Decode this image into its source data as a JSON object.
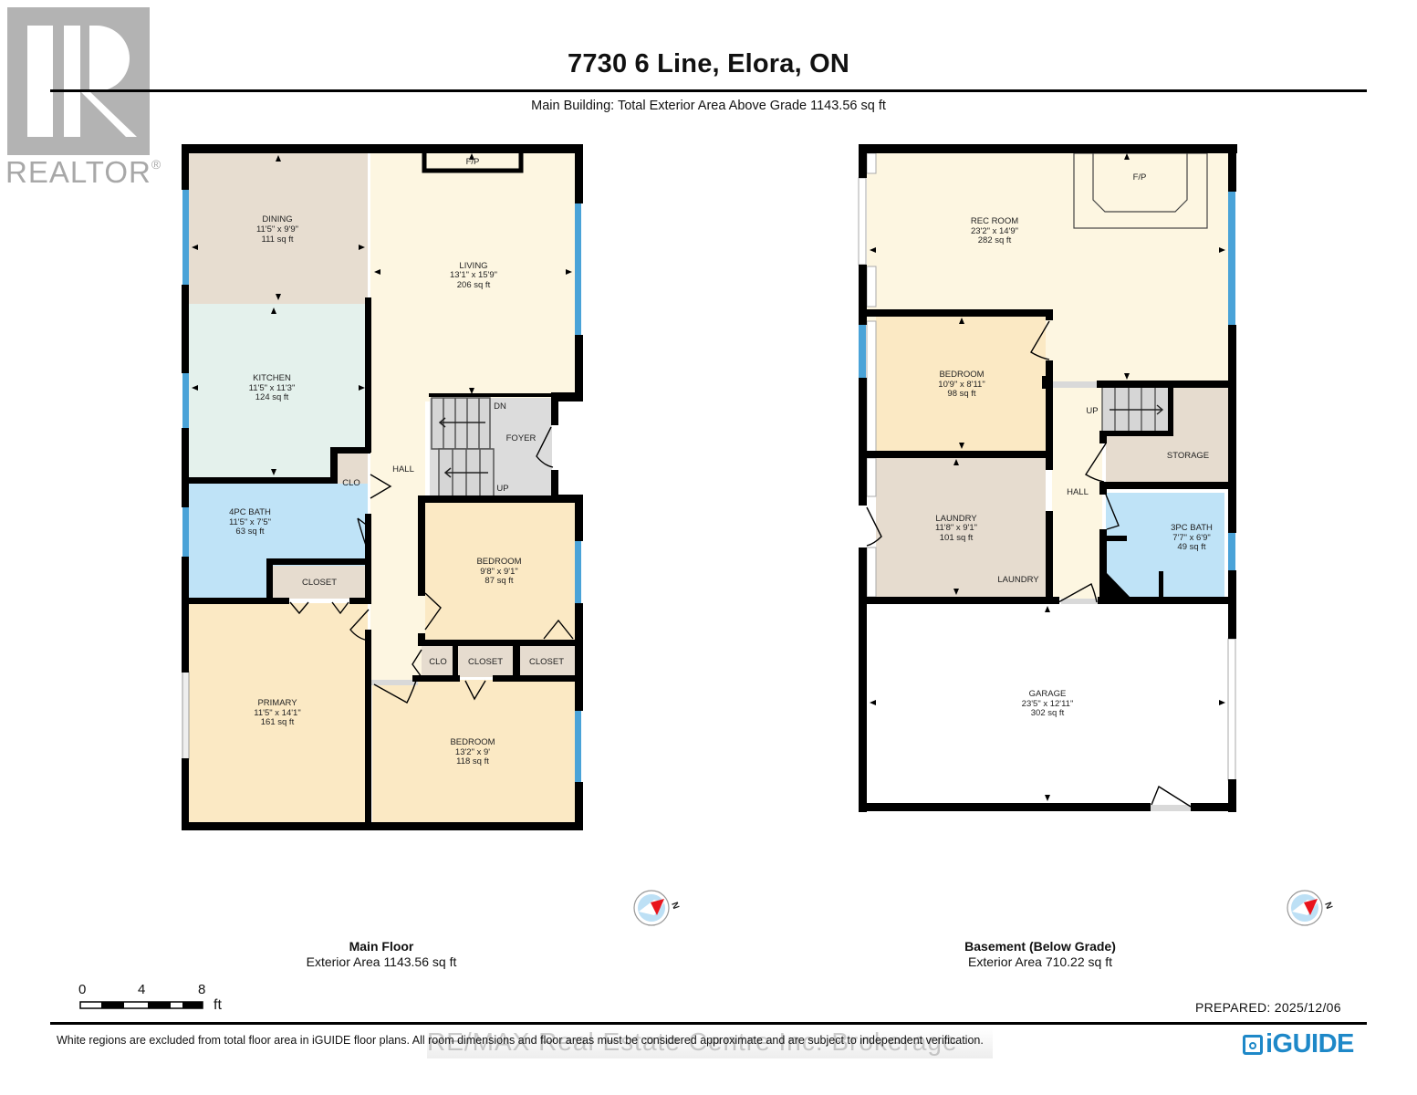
{
  "header": {
    "title": "7730 6 Line, Elora, ON",
    "subtitle": "Main Building: Total Exterior Area Above Grade 1143.56 sq ft",
    "realtor_logo_text": "REALTOR",
    "realtor_mark": "®"
  },
  "colors": {
    "wall": "#000000",
    "window": "#4aa3d8",
    "dining": "#e7ddd0",
    "kitchen": "#e4f1ec",
    "living": "#fdf6e1",
    "bath": "#bfe3f7",
    "closet": "#e6dccf",
    "bedroom": "#fbe9c4",
    "foyer": "#dcdcdc",
    "rec_room": "#fdf6e1",
    "laundry": "#e6dccf",
    "storage": "#e6dccf",
    "garage": "#ffffff",
    "compass_red": "#e8141c",
    "compass_blue": "#bde0f5",
    "iguide_blue": "#1e88c8"
  },
  "main_floor": {
    "label": "Main Floor",
    "area": "Exterior Area 1143.56 sq ft",
    "rooms": [
      {
        "name": "DINING",
        "dims": "11'5\" x 9'9\"",
        "area": "111 sq ft"
      },
      {
        "name": "LIVING",
        "dims": "13'1\" x 15'9\"",
        "area": "206 sq ft"
      },
      {
        "name": "KITCHEN",
        "dims": "11'5\" x 11'3\"",
        "area": "124 sq ft"
      },
      {
        "name": "4PC BATH",
        "dims": "11'5\" x 7'5\"",
        "area": "63 sq ft"
      },
      {
        "name": "BEDROOM",
        "dims": "9'8\" x 9'1\"",
        "area": "87 sq ft"
      },
      {
        "name": "PRIMARY",
        "dims": "11'5\" x 14'1\"",
        "area": "161 sq ft"
      },
      {
        "name": "BEDROOM",
        "dims": "13'2\" x 9'",
        "area": "118 sq ft"
      }
    ],
    "labels": {
      "fp": "F/P",
      "hall": "HALL",
      "foyer": "FOYER",
      "dn": "DN",
      "up": "UP",
      "clo1": "CLO",
      "closet1": "CLOSET",
      "clo2": "CLO",
      "closet2": "CLOSET",
      "closet3": "CLOSET"
    }
  },
  "basement": {
    "label": "Basement (Below Grade)",
    "area": "Exterior Area 710.22 sq ft",
    "rooms": [
      {
        "name": "REC ROOM",
        "dims": "23'2\" x 14'9\"",
        "area": "282 sq ft"
      },
      {
        "name": "BEDROOM",
        "dims": "10'9\" x 8'11\"",
        "area": "98 sq ft"
      },
      {
        "name": "LAUNDRY",
        "dims": "11'8\" x 9'1\"",
        "area": "101 sq ft"
      },
      {
        "name": "3PC BATH",
        "dims": "7'7\" x 6'9\"",
        "area": "49 sq ft"
      },
      {
        "name": "GARAGE",
        "dims": "23'5\" x 12'11\"",
        "area": "302 sq ft"
      }
    ],
    "labels": {
      "fp": "F/P",
      "up": "UP",
      "hall": "HALL",
      "storage": "STORAGE",
      "laundry_tag": "LAUNDRY"
    }
  },
  "compass": {
    "north_label": "N"
  },
  "scale": {
    "ticks": [
      "0",
      "4",
      "8"
    ],
    "unit": "ft"
  },
  "footer": {
    "prepared": "PREPARED: 2025/12/06",
    "disclaimer": "White regions are excluded from total floor area in iGUIDE floor plans. All room dimensions and floor areas must be considered approximate and are subject to independent verification.",
    "watermark": "RE/MAX Real Estate Centre Inc. Brokerage",
    "brand": "iGUIDE"
  }
}
